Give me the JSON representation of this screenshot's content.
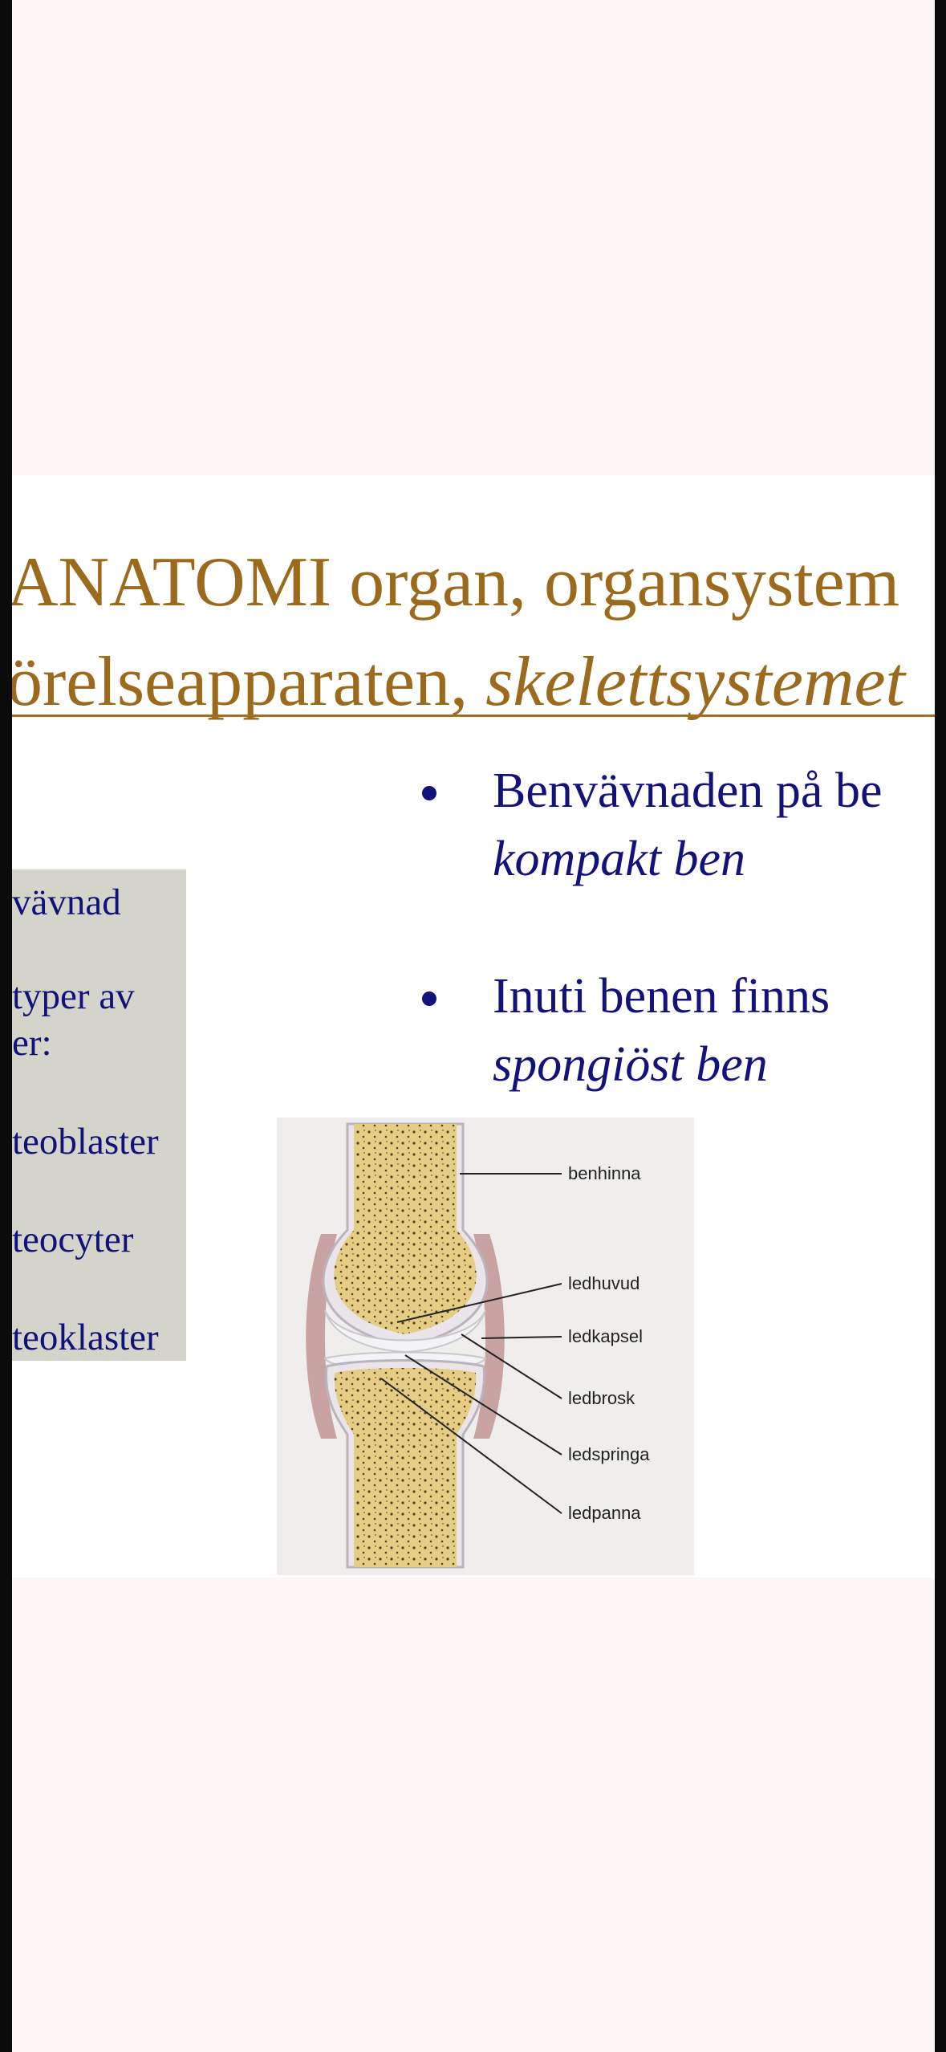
{
  "slide": {
    "title_line1": "ANATOMI organ, organsystem",
    "title_line2_prefix": "örelseapparaten, ",
    "title_line2_italic": "skelettsystemet",
    "sidebar": {
      "items": [
        "vävnad",
        "typer av",
        "er:",
        "teoblaster",
        "teocyter",
        "teoklaster"
      ]
    },
    "bullets": [
      {
        "text": "Benvävnaden på be",
        "italic_text": "kompakt ben"
      },
      {
        "text": "Inuti benen finns",
        "italic_text": "spongiöst ben"
      }
    ],
    "figure": {
      "labels": [
        "benhinna",
        "ledhuvud",
        "ledkapsel",
        "ledbrosk",
        "ledspringa",
        "ledpanna"
      ]
    }
  }
}
